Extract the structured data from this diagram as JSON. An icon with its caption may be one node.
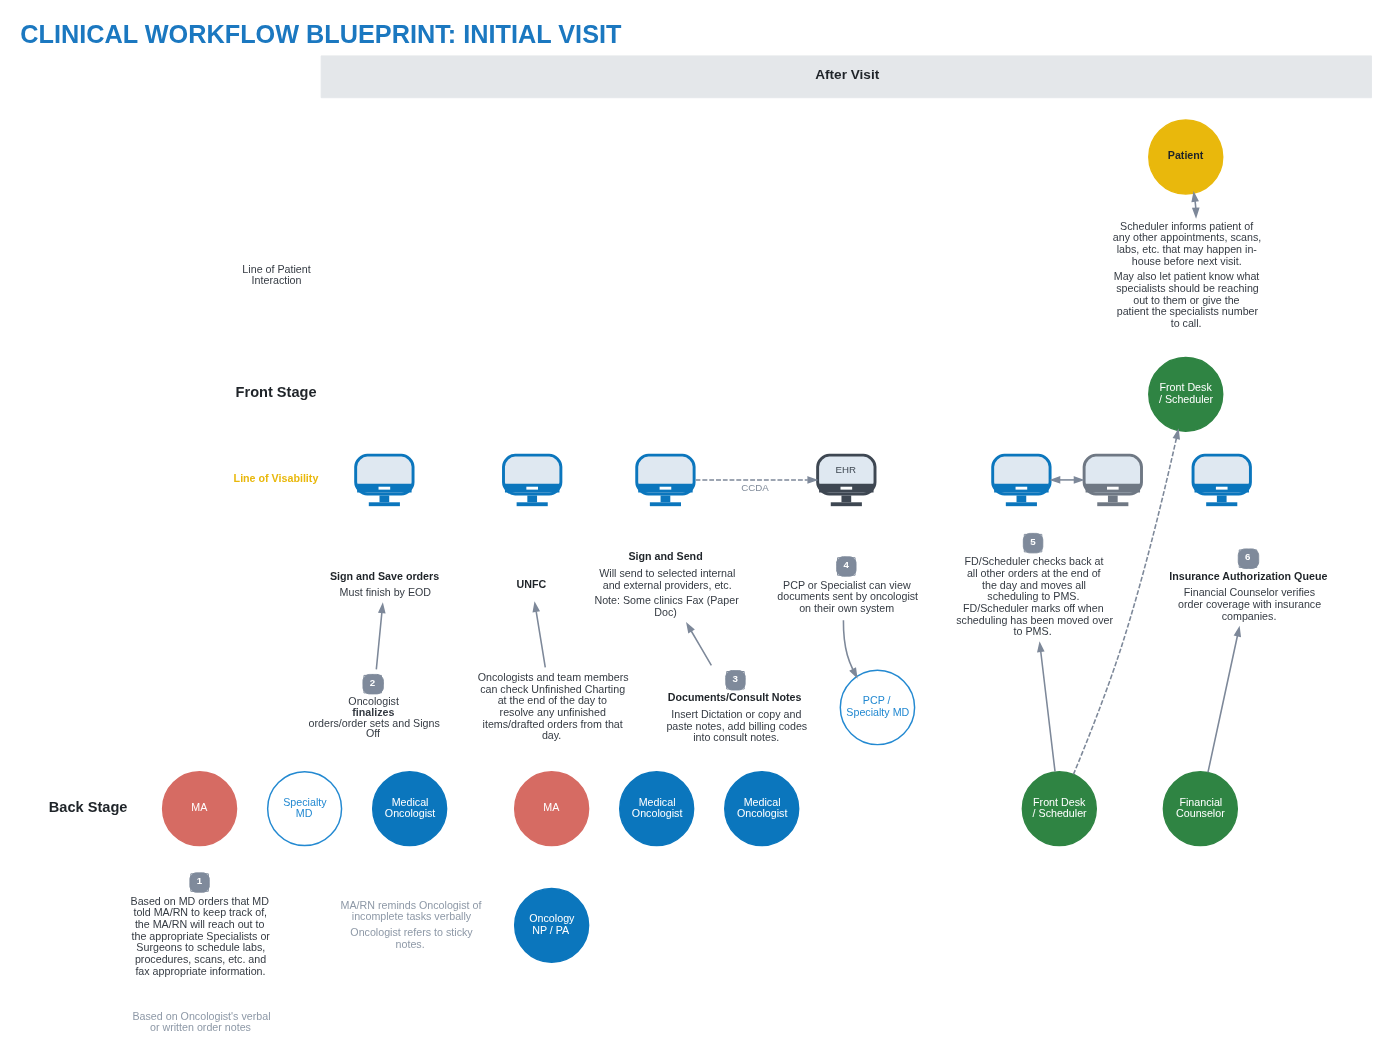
{
  "diagram": {
    "title": "CLINICAL WORKFLOW BLUEPRINT: INITIAL VISIT",
    "nodes": [
      {
        "text": [
          "After Visit"
        ]
      },
      {
        "text": [
          "Patient"
        ]
      },
      {
        "text": [
          "Scheduler informs patient of any other appointments, scans, labs, etc. that may happen in-house before next visit.",
          "May also let patient know what specialists should be reaching out to them or give the patient the specialists number to call."
        ]
      },
      {
        "text": [
          "Front Desk / Scheduler"
        ]
      },
      {
        "text": [],
        "shape": "picture"
      },
      {
        "text": [],
        "shape": "picture"
      },
      {
        "text": [],
        "shape": "picture"
      },
      {
        "text": [
          "EHR"
        ]
      },
      {
        "text": [],
        "shape": "picture"
      },
      {
        "text": [],
        "shape": "picture"
      },
      {
        "text": [],
        "shape": "picture"
      },
      {
        "text": [
          "Sign and Save orders",
          "Must finish by EOD"
        ]
      },
      {
        "text": [
          "UNFC"
        ]
      },
      {
        "text": [
          "Sign and Send",
          "Will send to selected internal and external providers, etc.",
          "Note: Some clinics Fax (Paper Doc)"
        ]
      },
      {
        "text": [
          "4",
          "PCP or Specialist can view documents sent by oncologist on their own system"
        ]
      },
      {
        "text": [
          "5",
          "FD/Scheduler checks back at all other orders at the end of the day and moves all scheduling to PMS. FD/Scheduler marks off when scheduling has been moved over to PMS."
        ]
      },
      {
        "text": [
          "6",
          "Insurance Authorization Queue",
          "Financial Counselor verifies order coverage with insurance companies."
        ]
      },
      {
        "text": [
          "2",
          "Oncologist **finalizes** orders/order sets and Signs Off"
        ]
      },
      {
        "text": [
          "Oncologists and team members can check Unfinished Charting at the end of the day to resolve any unfinished items/drafted orders from that day."
        ]
      },
      {
        "text": [
          "3",
          "Documents/Consult Notes",
          "Insert Dictation or copy and paste notes, add billing codes into consult notes."
        ]
      },
      {
        "text": [
          "MA"
        ]
      },
      {
        "text": [
          "Specialty MD"
        ]
      },
      {
        "text": [
          "Medical Oncologist"
        ],
        "beside": [
          "MA/RN reminds Oncologist of incomplete tasks verbally",
          "Oncologist refers to sticky notes."
        ]
      },
      {
        "text": [
          "MA"
        ]
      },
      {
        "text": [
          "Medical Oncologist"
        ]
      },
      {
        "text": [
          "Oncology NP / PA"
        ]
      },
      {
        "text": [
          "Medical Oncologist"
        ]
      },
      {
        "text": [
          "PCP / Specialty MD"
        ]
      },
      {
        "text": [
          "Front Desk / Scheduler"
        ]
      },
      {
        "text": [
          "Financial Counselor"
        ]
      },
      {
        "text": [
          "1",
          "Based on MD orders that MD told MA/RN to keep track of, the MA/RN will reach out to the appropriate Specialists or Surgeons to schedule labs, procedures, scans, etc. and fax appropriate information."
        ]
      }
    ],
    "edges": [
      {
        "from": 1,
        "to": 2,
        "arrow": "both"
      },
      {
        "from": 17,
        "to": 11,
        "arrow": "to"
      },
      {
        "from": 18,
        "to": 12,
        "arrow": "to"
      },
      {
        "from": 19,
        "to": 13,
        "arrow": "to"
      },
      {
        "from": 6,
        "to": 7,
        "arrow": "to",
        "label": "CCDA",
        "style": "dashed"
      },
      {
        "from": 14,
        "to": 27,
        "arrow": "to"
      },
      {
        "from": 8,
        "to": 9,
        "arrow": "both"
      },
      {
        "from": 28,
        "to": 15,
        "arrow": "to"
      },
      {
        "from": 28,
        "to": 3,
        "arrow": "to",
        "style": "dashed"
      },
      {
        "from": 29,
        "to": 16,
        "arrow": "to"
      }
    ],
    "labels": [
      "Line of Patient Interaction",
      "Front Stage",
      "Line of Visability",
      "Back Stage",
      "Based on Oncologist's verbal or written order notes"
    ]
  }
}
